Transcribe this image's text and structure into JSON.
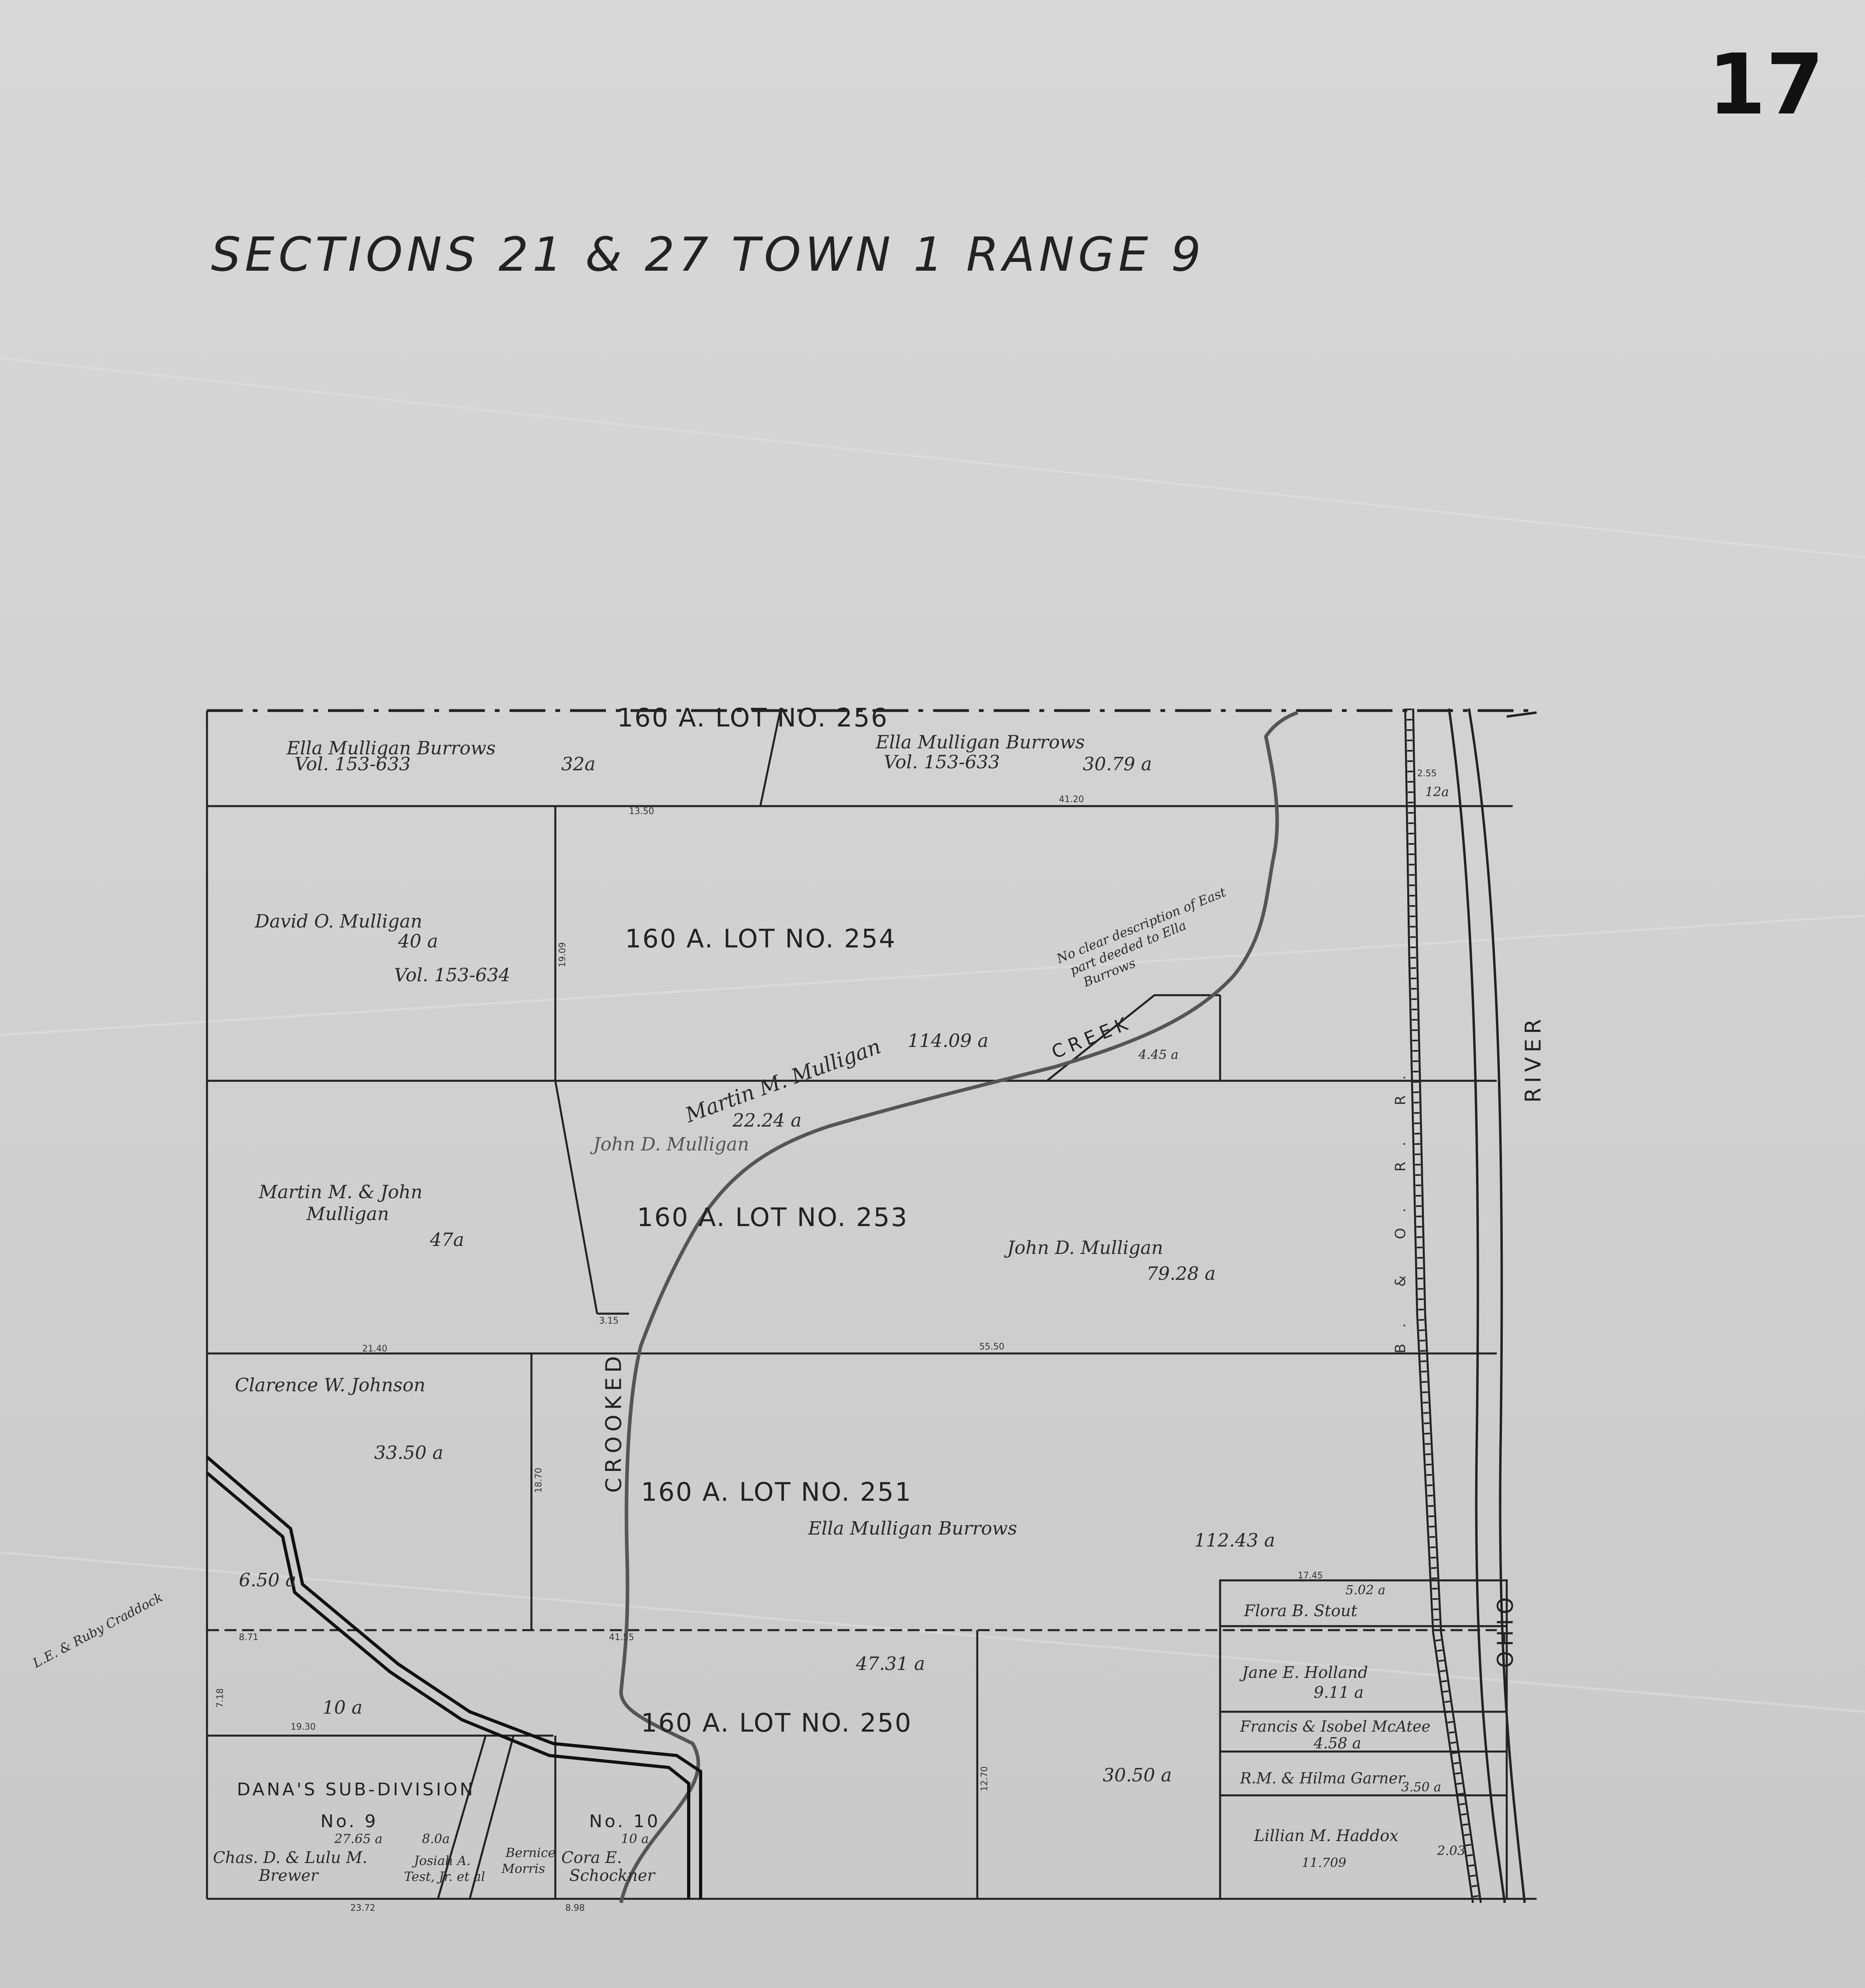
{
  "sheet_number": "17",
  "title": "SECTIONS 21 & 27 TOWN 1 RANGE 9",
  "lots": {
    "lot_256": "160 A. LOT NO. 256",
    "lot_254": "160 A. LOT NO. 254",
    "lot_253": "160 A. LOT NO. 253",
    "lot_251": "160 A. LOT NO. 251",
    "lot_250": "160 A. LOT NO. 250"
  },
  "parcels": {
    "ella_top_left_name": "Ella Mulligan Burrows",
    "ella_top_left_vol": "Vol. 153-633",
    "ella_top_left_acres": "32a",
    "ella_top_right_name": "Ella Mulligan Burrows",
    "ella_top_right_vol": "Vol. 153-633",
    "ella_top_right_acres": "30.79 a",
    "top_right_small_acres": "12a",
    "david_name": "David O. Mulligan",
    "david_acres": "40 a",
    "david_vol": "Vol. 153-634",
    "martin_name": "Martin M. Mulligan",
    "martin_acres_1": "114.09 a",
    "martin_acres_2": "22.24 a",
    "east_note_1": "No clear description of East",
    "east_note_2": "part deeded to Ella",
    "east_note_3": "Burrows",
    "east_acres": "4.45 a",
    "john_center_name": "John D. Mulligan",
    "martin_john_name_1": "Martin M. & John",
    "martin_john_name_2": "Mulligan",
    "martin_john_acres": "47a",
    "john_right_name": "John D. Mulligan",
    "john_right_acres": "79.28 a",
    "clarence_name": "Clarence W. Johnson",
    "clarence_acres": "33.50 a",
    "ella_251_name": "Ella Mulligan Burrows",
    "ella_251_acres": "112.43 a",
    "craddock_name": "L.E. & Ruby Craddock",
    "craddock_acres": "6.50 a",
    "left_10a": "10 a",
    "acres_47": "47.31 a",
    "acres_30": "30.50 a",
    "flora": "Flora B. Stout",
    "flora_acres": "5.02 a",
    "jane": "Jane E. Holland",
    "jane_acres": "9.11 a",
    "francis": "Francis & Isobel McAtee",
    "francis_acres": "4.58 a",
    "garner": "R.M. & Hilma Garner",
    "garner_acres": "3.50 a",
    "lillian": "Lillian M. Haddox",
    "lillian_acres": "11.709",
    "lillian_extra": "2.03"
  },
  "subdivision": {
    "name": "DANA'S SUB-DIVISION",
    "no9": "No. 9",
    "no10": "No. 10",
    "acres_9a": "27.65 a",
    "acres_9b": "8.0a",
    "acres_10": "10 a",
    "brewer_1": "Chas. D. & Lulu M.",
    "brewer_2": "Brewer",
    "test_1": "Josiah A.",
    "test_2": "Test, Jr. et al",
    "morris_1": "Bernice",
    "morris_2": "Morris",
    "schockner_1": "Cora E.",
    "schockner_2": "Schockner"
  },
  "features": {
    "creek_lower": "CROOKED",
    "creek_upper": "CREEK",
    "river_upper": "RIVER",
    "river_lower": "OHIO",
    "railroad": "B. & O. R. R."
  },
  "measurements": {
    "m1": "13.50",
    "m2": "41.20",
    "m3": "19.09",
    "m4": "21.40",
    "m5": "55.50",
    "m6": "17.45",
    "m7": "8.71",
    "m8": "19.30",
    "m9": "41.55",
    "m10": "23.72",
    "m11": "8.98",
    "m12": "18.70",
    "m13": "7.18",
    "m14": "3.15",
    "m15": "12.70",
    "m16": "2.55"
  }
}
